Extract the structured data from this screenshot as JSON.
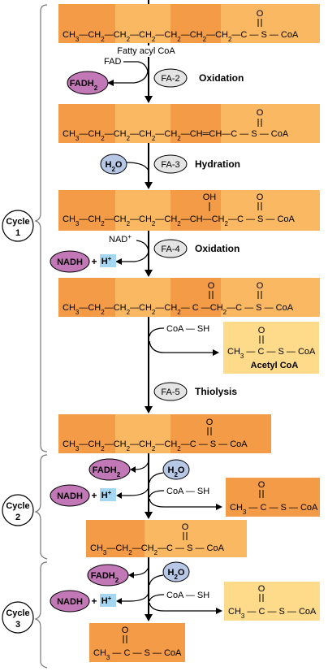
{
  "colors": {
    "box_light": "#fbb862",
    "box_dark": "#f39b46",
    "box_yellow": "#fddb8a",
    "purple": "#c277b7",
    "blue_ellipse": "#b7c7e6",
    "h_plus_bg": "#a6d7f2",
    "gray_ellipse": "#e4e4e4",
    "line": "#000000"
  },
  "rows": [
    {
      "prefix": "CH",
      "prefix_sub": "3",
      "units": [
        "CH",
        "CH",
        "CH",
        "CH",
        "CH",
        "CH"
      ],
      "tail": "C — S — CoA",
      "carbonyl": "O"
    },
    {
      "prefix": "CH",
      "prefix_sub": "3",
      "units": [
        "CH",
        "CH",
        "CH",
        "CH",
        "CH=",
        "CH"
      ],
      "tail": "C — S — CoA",
      "carbonyl": "O"
    },
    {
      "prefix": "CH",
      "prefix_sub": "3",
      "hydroxyl": "OH",
      "tail": "C — S — CoA",
      "carbonyl": "O"
    },
    {
      "prefix": "CH",
      "prefix_sub": "3",
      "tail": "C — S — CoA",
      "carbonyl": "O"
    },
    {
      "prefix": "CH",
      "prefix_sub": "3",
      "tail": "C — S — CoA",
      "carbonyl": "O"
    },
    {
      "prefix": "CH",
      "prefix_sub": "3",
      "tail": "C — S — CoA",
      "carbonyl": "O"
    },
    {
      "prefix": "CH",
      "prefix_sub": "3",
      "tail": "C — S — CoA",
      "carbonyl": "O"
    }
  ],
  "labels": {
    "fatty_acyl_coa": "Fatty acyl CoA",
    "fad": "FAD",
    "fadh2": "FADH",
    "fadh2_sub": "2",
    "h2o": "H",
    "h2o_sub": "2",
    "h2o_tail": "O",
    "nad": "NAD",
    "nad_sup": "+",
    "nadh": "NADH",
    "plus": "+",
    "hplus": "H",
    "hplus_sup": "+",
    "coa_sh": "CoA — SH",
    "acetyl_coa": "Acetyl CoA"
  },
  "steps": [
    {
      "code": "FA-2",
      "name": "Oxidation"
    },
    {
      "code": "FA-3",
      "name": "Hydration"
    },
    {
      "code": "FA-4",
      "name": "Oxidation"
    },
    {
      "code": "FA-5",
      "name": "Thiolysis"
    }
  ],
  "cycles": [
    {
      "word": "Cycle",
      "num": "1"
    },
    {
      "word": "Cycle",
      "num": "2"
    },
    {
      "word": "Cycle",
      "num": "3"
    }
  ],
  "acetyl": {
    "prefix": "CH",
    "prefix_sub": "3",
    "tail": "C — S — CoA",
    "carbonyl": "O"
  }
}
